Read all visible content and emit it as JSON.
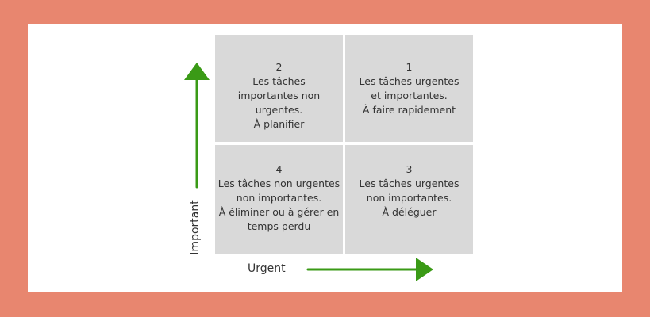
{
  "colors": {
    "frame": "#E8866F",
    "panel": "#FFFFFF",
    "quadrant": "#D9D9D9",
    "text": "#333333",
    "arrow": "#3A9A16"
  },
  "axes": {
    "vertical_label": "Important",
    "horizontal_label": "Urgent"
  },
  "quadrants": [
    {
      "position": "top-left",
      "number": "2",
      "lines": [
        "Les tâches",
        "importantes non",
        "urgentes.",
        "À planifier"
      ]
    },
    {
      "position": "top-right",
      "number": "1",
      "lines": [
        "Les tâches urgentes",
        "et importantes.",
        "À faire rapidement"
      ]
    },
    {
      "position": "bottom-left",
      "number": "4",
      "lines": [
        "Les tâches non urgentes",
        "non importantes.",
        "À éliminer ou à gérer en",
        "temps perdu"
      ]
    },
    {
      "position": "bottom-right",
      "number": "3",
      "lines": [
        "Les tâches urgentes",
        "non importantes.",
        "À déléguer"
      ]
    }
  ]
}
